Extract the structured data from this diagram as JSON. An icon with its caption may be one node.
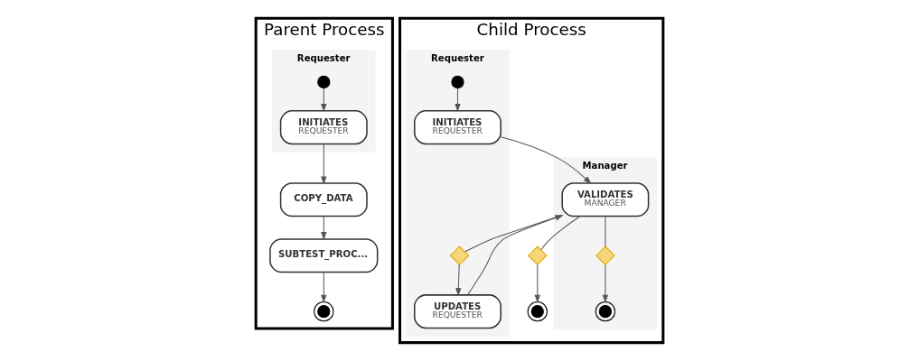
{
  "diagram": {
    "nodes": [
      {
        "text": [
          "Parent Process"
        ]
      },
      {
        "text": [
          "Requester"
        ],
        "in": 0
      },
      {
        "text": [],
        "shape": "circle",
        "in": 1
      },
      {
        "text": [
          "INITIATES",
          "REQUESTER"
        ],
        "in": 1
      },
      {
        "text": [
          "COPY_DATA"
        ],
        "in": 0
      },
      {
        "text": [
          "SUBTEST_PROC..."
        ],
        "in": 0
      },
      {
        "text": [],
        "shape": "circle",
        "in": 0
      },
      {
        "text": [
          "Child Process"
        ]
      },
      {
        "text": [
          "Requester"
        ],
        "in": 7
      },
      {
        "text": [],
        "shape": "circle",
        "in": 8
      },
      {
        "text": [
          "INITIATES",
          "REQUESTER"
        ],
        "in": 8
      },
      {
        "text": [
          "UPDATES",
          "REQUESTER"
        ],
        "in": 8
      },
      {
        "text": [],
        "shape": "diamond",
        "in": 8
      },
      {
        "text": [
          "Manager"
        ],
        "in": 7
      },
      {
        "text": [
          "VALIDATES",
          "MANAGER"
        ],
        "in": 13
      },
      {
        "text": [],
        "shape": "diamond",
        "in": 13
      },
      {
        "text": [],
        "shape": "circle",
        "in": 13
      },
      {
        "text": [],
        "shape": "diamond",
        "in": 7
      },
      {
        "text": [],
        "shape": "circle",
        "in": 7
      }
    ],
    "edges": [
      {
        "from": 2,
        "to": 3,
        "arrow": "to"
      },
      {
        "from": 3,
        "to": 4,
        "arrow": "to"
      },
      {
        "from": 4,
        "to": 5,
        "arrow": "to"
      },
      {
        "from": 5,
        "to": 6,
        "arrow": "to"
      },
      {
        "from": 9,
        "to": 10,
        "arrow": "to"
      },
      {
        "from": 10,
        "to": 14,
        "arrow": "to"
      },
      {
        "from": 14,
        "to": 12,
        "arrow": "none"
      },
      {
        "from": 12,
        "to": 11,
        "arrow": "to"
      },
      {
        "from": 11,
        "to": 14,
        "arrow": "to"
      },
      {
        "from": 14,
        "to": 15,
        "arrow": "none"
      },
      {
        "from": 15,
        "to": 16,
        "arrow": "to"
      },
      {
        "from": 14,
        "to": 17,
        "arrow": "none"
      },
      {
        "from": 17,
        "to": 18,
        "arrow": "to"
      }
    ]
  }
}
